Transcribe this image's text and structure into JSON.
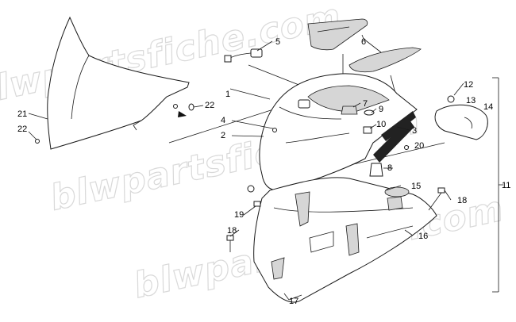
{
  "watermark": "blwpartsfiche.com",
  "callouts": {
    "c1": "1",
    "c2": "2",
    "c3": "3",
    "c4": "4",
    "c5": "5",
    "c6": "6",
    "c7": "7",
    "c8": "8",
    "c9": "9",
    "c10": "10",
    "c11": "11",
    "c12": "12",
    "c13": "13",
    "c14": "14",
    "c15": "15",
    "c16": "16",
    "c17": "17",
    "c18a": "18",
    "c18b": "18",
    "c19": "19",
    "c20": "20",
    "c21": "21",
    "c22a": "22",
    "c22b": "22"
  },
  "colors": {
    "line": "#1a1a1a",
    "shade": "#d6d6d6",
    "watermark": "#d9d9d9"
  }
}
